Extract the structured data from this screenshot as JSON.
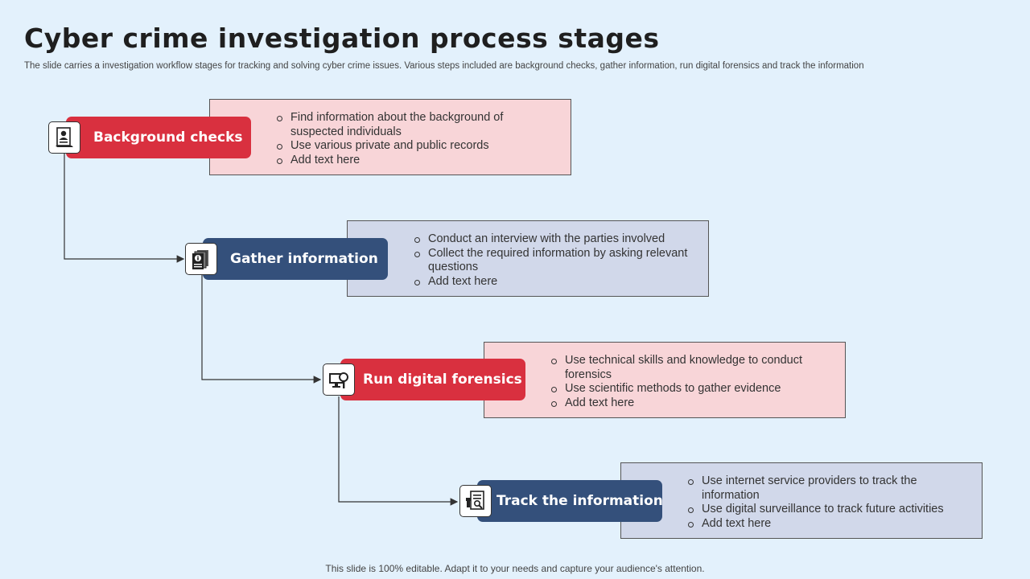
{
  "title": "Cyber crime investigation process stages",
  "subtitle": "The slide carries a investigation workflow stages for tracking and solving cyber crime issues. Various steps included are background checks, gather information, run digital forensics and track the information",
  "footer": "This slide is 100% editable. Adapt it to your needs and capture your audience's attention.",
  "stages": [
    {
      "label": "Background checks",
      "icon": "id-document-icon",
      "color": "#d9303f",
      "bullets": [
        "Find information about the background of suspected individuals",
        "Use various private and public records",
        "Add text here"
      ]
    },
    {
      "label": "Gather information",
      "icon": "info-documents-icon",
      "color": "#34507b",
      "bullets": [
        "Conduct an interview with the parties involved",
        "Collect the required information by asking relevant questions",
        "Add text here"
      ]
    },
    {
      "label": "Run digital forensics",
      "icon": "computer-magnifier-icon",
      "color": "#d9303f",
      "bullets": [
        "Use technical skills and knowledge to conduct forensics",
        "Use scientific methods to gather evidence",
        "Add text here"
      ]
    },
    {
      "label": "Track the information",
      "icon": "tracking-report-icon",
      "color": "#34507b",
      "bullets": [
        "Use internet service providers to track the information",
        "Use digital surveillance to track future activities",
        "Add text here"
      ]
    }
  ]
}
